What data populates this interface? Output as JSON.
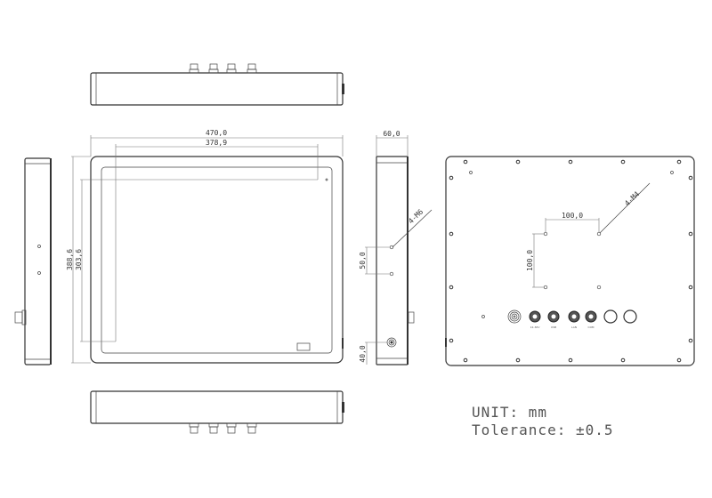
{
  "dimensions": {
    "width": "470,0",
    "display_width": "378,9",
    "height": "388,6",
    "display_height": "303,6",
    "depth": "60,0",
    "side_hole_spacing": "50,0",
    "side_connector_offset": "40,0",
    "vesa_horizontal": "100,0",
    "vesa_vertical": "100,0"
  },
  "callouts": {
    "side_screws": "4-M6",
    "vesa_screws": "4-M4"
  },
  "rear_connector_labels": [
    "12-36V",
    "USB",
    "LAN",
    "COM"
  ],
  "notes": {
    "unit": "UNIT: mm",
    "tolerance": "Tolerance: ±0.5"
  }
}
